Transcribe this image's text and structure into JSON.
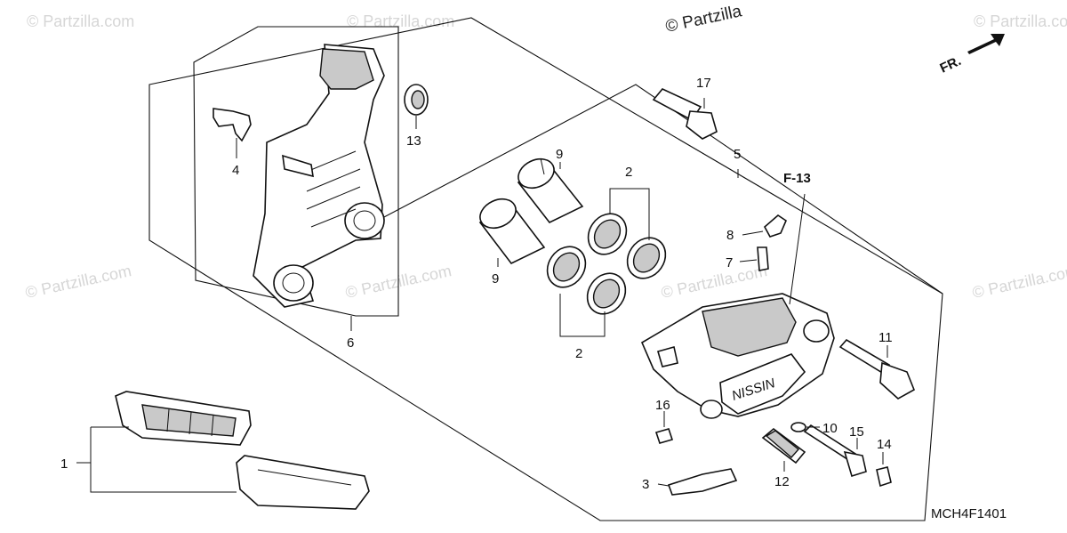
{
  "watermark": {
    "text": "© Partzilla.com",
    "header_text": "© Partzilla"
  },
  "direction_label": "FR.",
  "ref_label": "F-13",
  "diagram_code": "MCH4F1401",
  "brand_text": "NISSIN",
  "callouts": [
    "1",
    "2",
    "2",
    "3",
    "4",
    "5",
    "6",
    "7",
    "8",
    "9",
    "9",
    "10",
    "11",
    "12",
    "13",
    "14",
    "15",
    "16",
    "17"
  ]
}
